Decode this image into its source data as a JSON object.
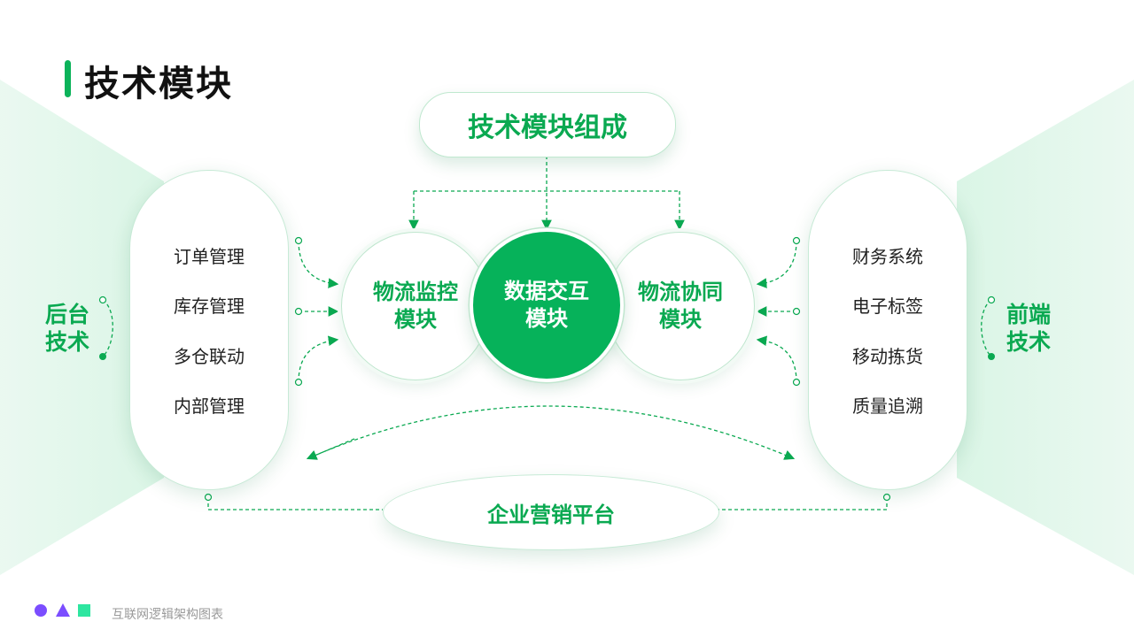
{
  "page_title": "技术模块",
  "top_module": "技术模块组成",
  "left_column": {
    "label": [
      "后台",
      "技术"
    ],
    "items": [
      "订单管理",
      "库存管理",
      "多仓联动",
      "内部管理"
    ]
  },
  "right_column": {
    "label": [
      "前端",
      "技术"
    ],
    "items": [
      "财务系统",
      "电子标签",
      "移动拣货",
      "质量追溯"
    ]
  },
  "circles": [
    {
      "lines": [
        "物流监控",
        "模块"
      ],
      "style": "outline"
    },
    {
      "lines": [
        "数据交互",
        "模块"
      ],
      "style": "filled"
    },
    {
      "lines": [
        "物流协同",
        "模块"
      ],
      "style": "outline"
    }
  ],
  "bottom_platform": "企业营销平台",
  "footer": {
    "caption": "互联网逻辑架构图表",
    "shape_colors": [
      "#7b4dff",
      "#7b4dff",
      "#2ee6a0"
    ]
  },
  "colors": {
    "accent": "#0aa951",
    "accent_fill": "#06b25a",
    "text": "#222222"
  }
}
